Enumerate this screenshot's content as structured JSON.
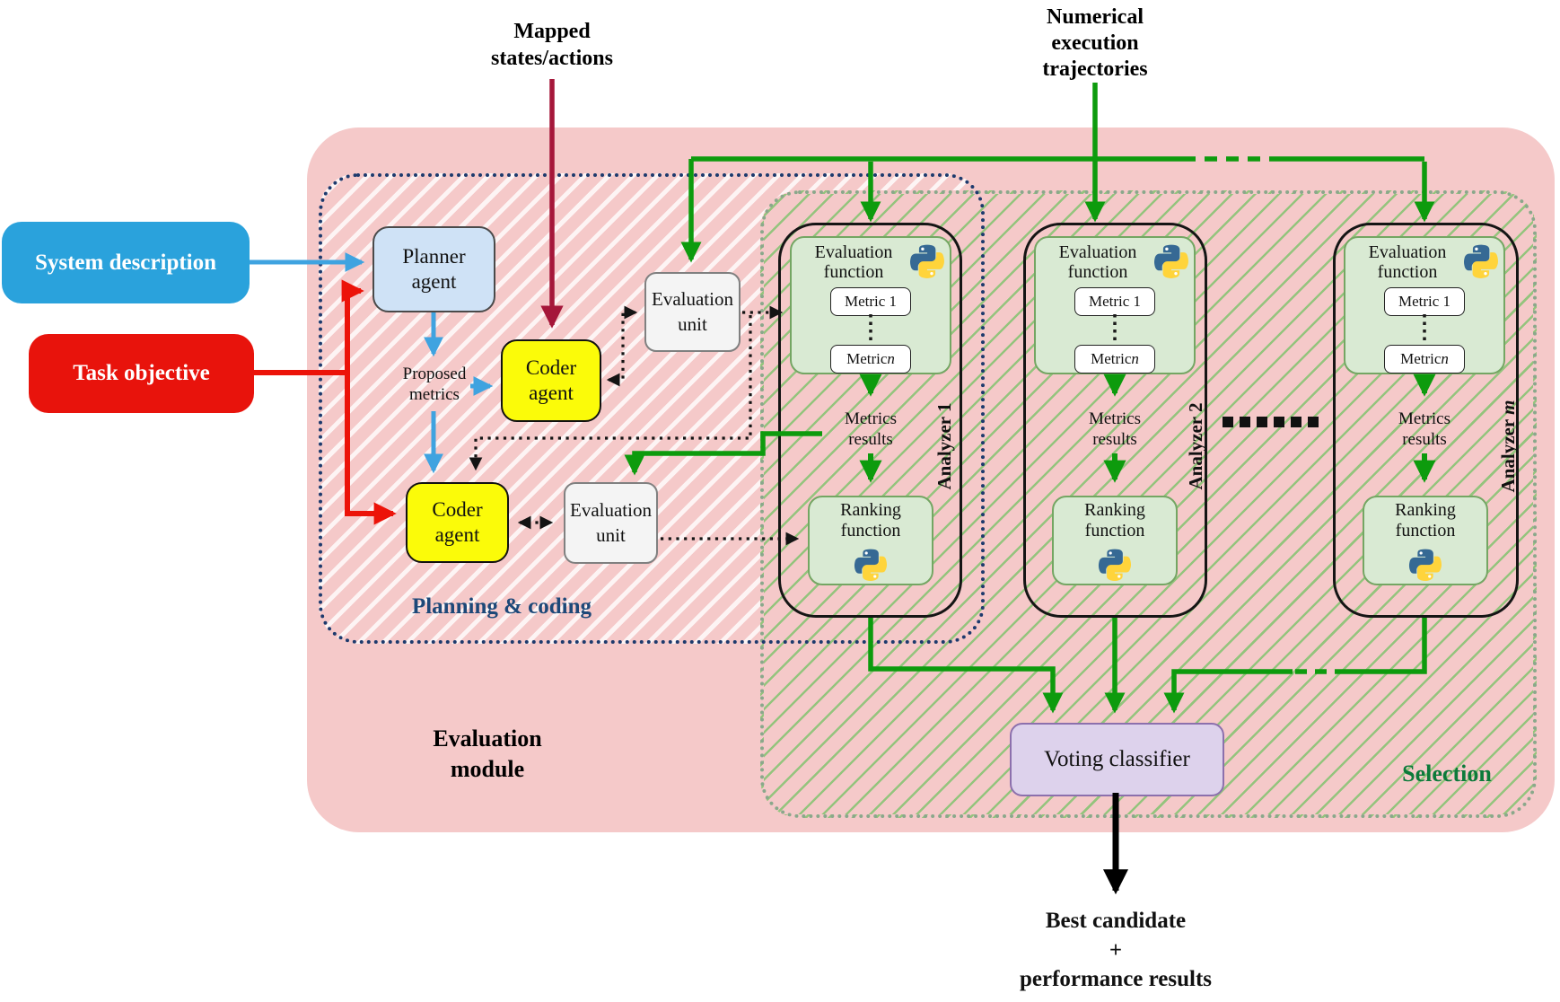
{
  "inputs": {
    "system_description": "System description",
    "task_objective": "Task objective"
  },
  "top_labels": {
    "mapped_states_actions": "Mapped\nstates/actions",
    "numerical_execution_trajectories": "Numerical\nexecution\ntrajectories"
  },
  "module": {
    "title": "Evaluation\nmodule",
    "planning_region_label": "Planning & coding",
    "selection_region_label": "Selection",
    "planner_agent": "Planner\nagent",
    "coder_agent": "Coder\nagent",
    "proposed_metrics": "Proposed\nmetrics",
    "evaluation_unit": "Evaluation\nunit"
  },
  "analyzers": [
    {
      "label_prefix": "Analyzer ",
      "label_var": "1"
    },
    {
      "label_prefix": "Analyzer ",
      "label_var": "2"
    },
    {
      "label_prefix": "Analyzer ",
      "label_var": "m"
    }
  ],
  "analyzer_content": {
    "evaluation_function": "Evaluation\nfunction",
    "metric_1": "Metric 1",
    "metric_n_prefix": "Metric ",
    "metric_n_var": "n",
    "metrics_results": "Metrics\nresults",
    "ranking_function": "Ranking\nfunction"
  },
  "voting": {
    "label": "Voting classifier"
  },
  "output": {
    "label": "Best candidate\n+\nperformance results"
  },
  "icons": {
    "python_icon": "python-logo"
  },
  "colors": {
    "module_pink": "#f5c9c9",
    "planning_border_navy": "#1d3a6d",
    "selection_border_green": "#8aa88b",
    "selection_hatch_green": "#94c47d",
    "arrow_green": "#0d9b0d",
    "arrow_blue": "#3fa3e0",
    "arrow_red": "#ec1309",
    "arrow_crimson": "#a5173a",
    "system_description_bg": "#2aa2dc",
    "task_objective_bg": "#e8130c",
    "planner_bg": "#cfe2f6",
    "coder_bg": "#fbfb09",
    "evaluation_unit_bg": "#f4f4f4",
    "function_box_bg": "#d9ead3",
    "function_box_border": "#74a663",
    "voting_bg": "#ddd2ec",
    "voting_border": "#8c70ad",
    "planning_label_color": "#1d4878",
    "selection_label_color": "#0c7a3a"
  }
}
